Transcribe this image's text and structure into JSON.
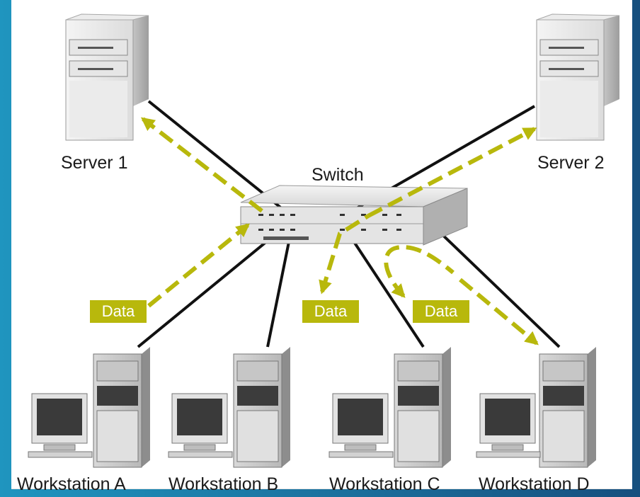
{
  "colors": {
    "background_left": "#1f95bf",
    "background_right": "#164f7e",
    "data_arrow": "#b8b80c",
    "cable": "#111111"
  },
  "diagram": {
    "switch_label": "Switch",
    "servers": [
      {
        "label": "Server 1"
      },
      {
        "label": "Server 2"
      }
    ],
    "workstations": [
      {
        "label": "Workstation A"
      },
      {
        "label": "Workstation B"
      },
      {
        "label": "Workstation C"
      },
      {
        "label": "Workstation D"
      }
    ],
    "data_tags": [
      {
        "label": "Data"
      },
      {
        "label": "Data"
      },
      {
        "label": "Data"
      }
    ]
  }
}
